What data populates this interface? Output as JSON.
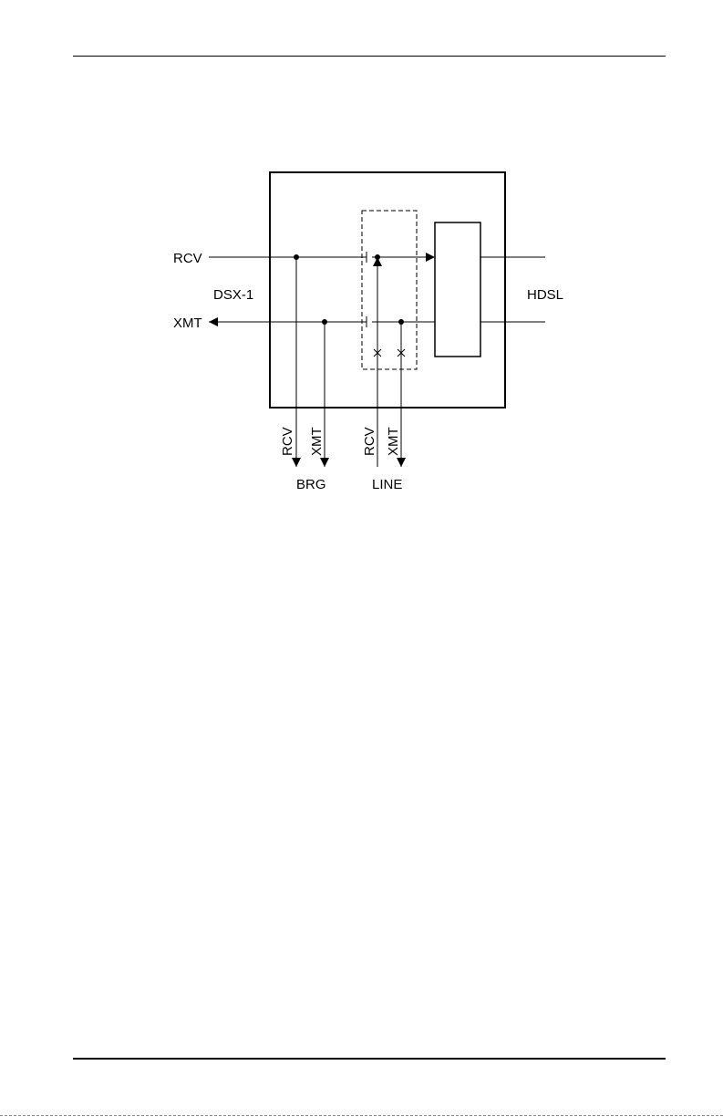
{
  "diagram": {
    "left_labels": {
      "rcv": "RCV",
      "xmt": "XMT",
      "side": "DSX-1"
    },
    "right_label": "HDSL",
    "access": {
      "brg": {
        "name": "BRG",
        "rcv": "RCV",
        "xmt": "XMT"
      },
      "line": {
        "name": "LINE",
        "rcv": "RCV",
        "xmt": "XMT"
      }
    }
  }
}
